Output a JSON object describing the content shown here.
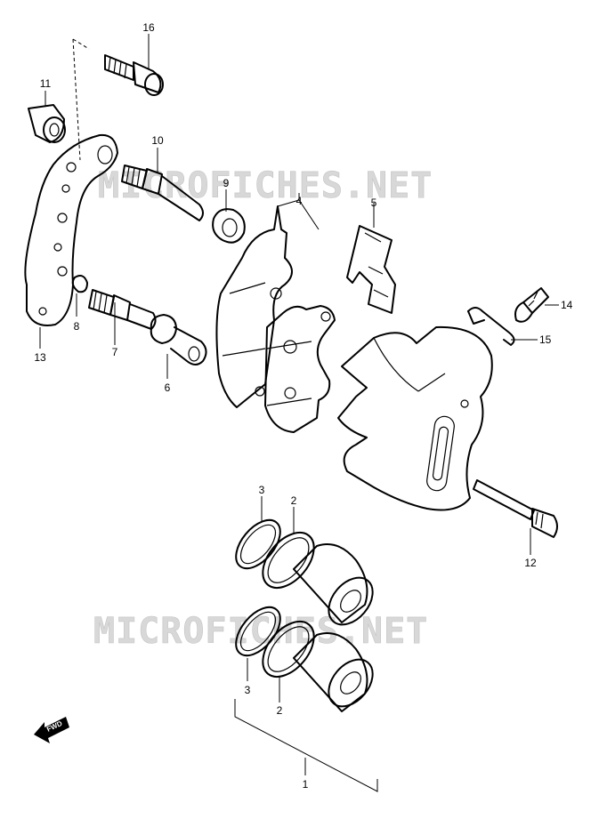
{
  "watermarks": [
    "MICROFICHES.NET",
    "MICROFICHES.NET"
  ],
  "fwd_label": "FWD",
  "callouts": {
    "p1": "1",
    "p2a": "2",
    "p2b": "2",
    "p3a": "3",
    "p3b": "3",
    "p4": "4",
    "p5": "5",
    "p6": "6",
    "p7": "7",
    "p8": "8",
    "p9": "9",
    "p10": "10",
    "p11": "11",
    "p12": "12",
    "p13": "13",
    "p14": "14",
    "p15": "15",
    "p16": "16"
  }
}
